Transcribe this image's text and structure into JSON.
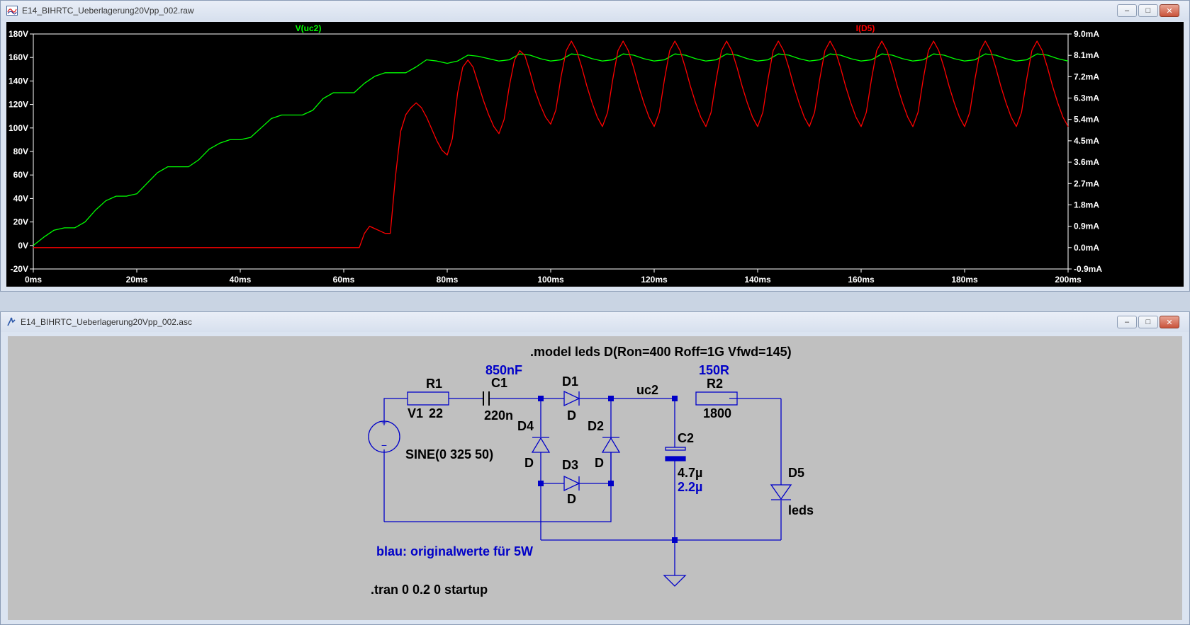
{
  "waveform_window": {
    "title": "E14_BIHRTC_Ueberlagerung20Vpp_002.raw",
    "buttons": {
      "minimize": "–",
      "maximize": "□",
      "close": "✕"
    }
  },
  "schematic_window": {
    "title": "E14_BIHRTC_Ueberlagerung20Vpp_002.asc",
    "buttons": {
      "minimize": "–",
      "maximize": "□",
      "close": "✕"
    }
  },
  "colors": {
    "plot_bg": "#000000",
    "trace_v": "#00ff00",
    "trace_i": "#ff0000",
    "wire": "#0000c8",
    "schematic_bg": "#c0c0c0",
    "window_frame": "#dbe4f1"
  },
  "chart_data": {
    "type": "line",
    "x_ticks": [
      "0ms",
      "20ms",
      "40ms",
      "60ms",
      "80ms",
      "100ms",
      "120ms",
      "140ms",
      "160ms",
      "180ms",
      "200ms"
    ],
    "y_left_ticks": [
      "180V",
      "160V",
      "140V",
      "120V",
      "100V",
      "80V",
      "60V",
      "40V",
      "20V",
      "0V",
      "-20V"
    ],
    "y_right_ticks": [
      "9.0mA",
      "8.1mA",
      "7.2mA",
      "6.3mA",
      "5.4mA",
      "4.5mA",
      "3.6mA",
      "2.7mA",
      "1.8mA",
      "0.9mA",
      "0.0mA",
      "-0.9mA"
    ],
    "xlim": [
      0,
      200
    ],
    "ylim_left": [
      -20,
      180
    ],
    "ylim_right": [
      -0.9,
      9.0
    ],
    "grid": false,
    "series": [
      {
        "name": "V(uc2)",
        "axis": "left",
        "x": [
          0,
          2,
          4,
          6,
          8,
          10,
          12,
          14,
          16,
          18,
          20,
          22,
          24,
          26,
          28,
          30,
          32,
          34,
          36,
          38,
          40,
          42,
          44,
          46,
          48,
          50,
          52,
          54,
          56,
          58,
          60,
          62,
          64,
          66,
          68,
          70,
          72,
          74,
          76,
          78,
          80,
          82,
          84,
          86,
          88,
          90,
          92,
          94,
          96,
          98,
          100,
          102,
          104,
          106,
          108,
          110,
          112,
          114,
          116,
          118,
          120,
          122,
          124,
          126,
          128,
          130,
          132,
          134,
          136,
          138,
          140,
          142,
          144,
          146,
          148,
          150,
          152,
          154,
          156,
          158,
          160,
          162,
          164,
          166,
          168,
          170,
          172,
          174,
          176,
          178,
          180,
          182,
          184,
          186,
          188,
          190,
          192,
          194,
          196,
          198,
          200
        ],
        "y": [
          0,
          7,
          13,
          15,
          15,
          20,
          30,
          38,
          42,
          42,
          44,
          53,
          62,
          67,
          67,
          67,
          73,
          82,
          87,
          90,
          90,
          92,
          100,
          108,
          111,
          111,
          111,
          115,
          125,
          130,
          130,
          130,
          138,
          144,
          147,
          147,
          147,
          152,
          158,
          157,
          155,
          157,
          162,
          161,
          159,
          157,
          158,
          163,
          162,
          159,
          157,
          158,
          163,
          162,
          159,
          157,
          158,
          163,
          162,
          159,
          157,
          158,
          163,
          162,
          159,
          157,
          158,
          163,
          162,
          159,
          157,
          158,
          163,
          162,
          159,
          157,
          158,
          163,
          162,
          159,
          157,
          158,
          163,
          162,
          159,
          157,
          158,
          163,
          162,
          159,
          157,
          158,
          163,
          162,
          159,
          157,
          158,
          163,
          162,
          159,
          157
        ]
      },
      {
        "name": "I(D5)",
        "axis": "right",
        "x": [
          0,
          63,
          64,
          65,
          66,
          67,
          68,
          69,
          70,
          71,
          72,
          73,
          74,
          75,
          76,
          77,
          78,
          79,
          80,
          81,
          82,
          83,
          84,
          85,
          86,
          87,
          88,
          89,
          90,
          91,
          92,
          93,
          94,
          95,
          96,
          97,
          98,
          99,
          100,
          101,
          102,
          103,
          104,
          105,
          106,
          107,
          108,
          109,
          110,
          111,
          112,
          113,
          114,
          115,
          116,
          117,
          118,
          119,
          120,
          121,
          122,
          123,
          124,
          125,
          126,
          127,
          128,
          129,
          130,
          131,
          132,
          133,
          134,
          135,
          136,
          137,
          138,
          139,
          140,
          141,
          142,
          143,
          144,
          145,
          146,
          147,
          148,
          149,
          150,
          151,
          152,
          153,
          154,
          155,
          156,
          157,
          158,
          159,
          160,
          161,
          162,
          163,
          164,
          165,
          166,
          167,
          168,
          169,
          170,
          171,
          172,
          173,
          174,
          175,
          176,
          177,
          178,
          179,
          180,
          181,
          182,
          183,
          184,
          185,
          186,
          187,
          188,
          189,
          190,
          191,
          192,
          193,
          194,
          195,
          196,
          197,
          198,
          199,
          200
        ],
        "y": [
          0,
          0,
          0.6,
          0.9,
          0.8,
          0.7,
          0.6,
          0.6,
          3.0,
          4.9,
          5.6,
          5.9,
          6.1,
          5.9,
          5.5,
          5.0,
          4.5,
          4.1,
          3.9,
          4.6,
          6.5,
          7.6,
          7.9,
          7.6,
          6.9,
          6.2,
          5.6,
          5.1,
          4.8,
          5.4,
          6.8,
          7.9,
          8.3,
          8.1,
          7.4,
          6.6,
          6.0,
          5.5,
          5.2,
          5.8,
          7.2,
          8.3,
          8.7,
          8.3,
          7.6,
          6.8,
          6.1,
          5.5,
          5.1,
          5.7,
          7.1,
          8.3,
          8.7,
          8.3,
          7.6,
          6.8,
          6.1,
          5.5,
          5.1,
          5.7,
          7.1,
          8.3,
          8.7,
          8.3,
          7.6,
          6.8,
          6.1,
          5.5,
          5.1,
          5.7,
          7.1,
          8.3,
          8.7,
          8.3,
          7.6,
          6.8,
          6.1,
          5.5,
          5.1,
          5.7,
          7.1,
          8.3,
          8.7,
          8.3,
          7.6,
          6.8,
          6.1,
          5.5,
          5.1,
          5.7,
          7.1,
          8.3,
          8.7,
          8.3,
          7.6,
          6.8,
          6.1,
          5.5,
          5.1,
          5.7,
          7.1,
          8.3,
          8.7,
          8.3,
          7.6,
          6.8,
          6.1,
          5.5,
          5.1,
          5.7,
          7.1,
          8.3,
          8.7,
          8.3,
          7.6,
          6.8,
          6.1,
          5.5,
          5.1,
          5.7,
          7.1,
          8.3,
          8.7,
          8.3,
          7.6,
          6.8,
          6.1,
          5.5,
          5.1,
          5.7,
          7.1,
          8.3,
          8.7,
          8.3,
          7.6,
          6.8,
          6.1,
          5.5,
          5.1
        ]
      }
    ]
  },
  "schematic": {
    "directive_model": ".model leds D(Ron=400 Roff=1G Vfwd=145)",
    "directive_tran": ".tran 0 0.2 0 startup",
    "comment": "blau: originalwerte für 5W",
    "net_label_uc2": "uc2",
    "r1": {
      "name": "R1",
      "value": "22"
    },
    "v1": {
      "name": "V1",
      "value": "SINE(0 325 50)"
    },
    "c1": {
      "name": "C1",
      "value": "220n",
      "original": "850nF"
    },
    "d1": {
      "name": "D1",
      "model": "D"
    },
    "d2": {
      "name": "D2",
      "model": "D"
    },
    "d3": {
      "name": "D3",
      "model": "D"
    },
    "d4": {
      "name": "D4",
      "model": "D"
    },
    "c2": {
      "name": "C2",
      "value": "4.7µ",
      "original": "2.2µ"
    },
    "r2": {
      "name": "R2",
      "value": "1800",
      "original": "150R"
    },
    "d5": {
      "name": "D5",
      "model": "leds"
    }
  }
}
